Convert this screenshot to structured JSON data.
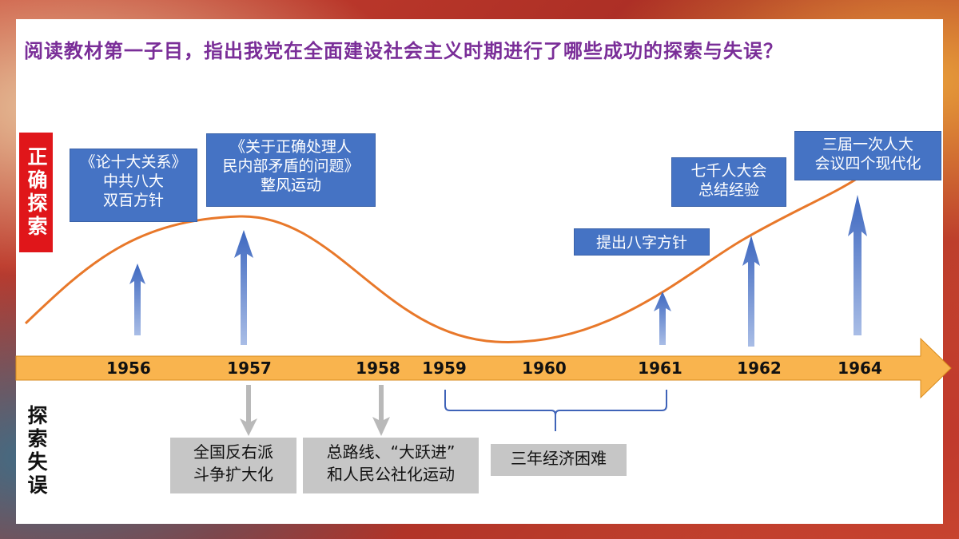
{
  "title": "阅读教材第一子目，指出我党在全面建设社会主义时期进行了哪些成功的探索与失误？",
  "labels": {
    "correct": "正确探索",
    "mistake": "探索失误"
  },
  "years": [
    "1956",
    "1957",
    "1958",
    "1959",
    "1960",
    "1961",
    "1962",
    "1964"
  ],
  "correct_items": [
    {
      "lines": [
        "《论十大关系》",
        "中共八大",
        "双百方针"
      ]
    },
    {
      "lines": [
        "《关于正确处理人",
        "民内部矛盾的问题》",
        "整风运动"
      ]
    },
    {
      "lines": [
        "提出八字方针"
      ]
    },
    {
      "lines": [
        "七千人大会",
        "总结经验"
      ]
    },
    {
      "lines": [
        "三届一次人大",
        "会议四个现代化"
      ]
    }
  ],
  "mistake_items": [
    {
      "lines": [
        "全国反右派",
        "斗争扩大化"
      ]
    },
    {
      "lines": [
        "总路线、“大跃进”",
        "和人民公社化运动"
      ]
    },
    {
      "lines": [
        "三年经济困难"
      ]
    }
  ],
  "colors": {
    "title": "#7a2e98",
    "red_label": "#e0161a",
    "blue_box": "#4573c4",
    "grey_box": "#c6c6c6",
    "curve": "#e8782a",
    "timeline": "#f9b44e",
    "up_arrow": "#4a72c6",
    "down_arrow": "#b9b9b9",
    "bracket": "#3f63b8"
  }
}
